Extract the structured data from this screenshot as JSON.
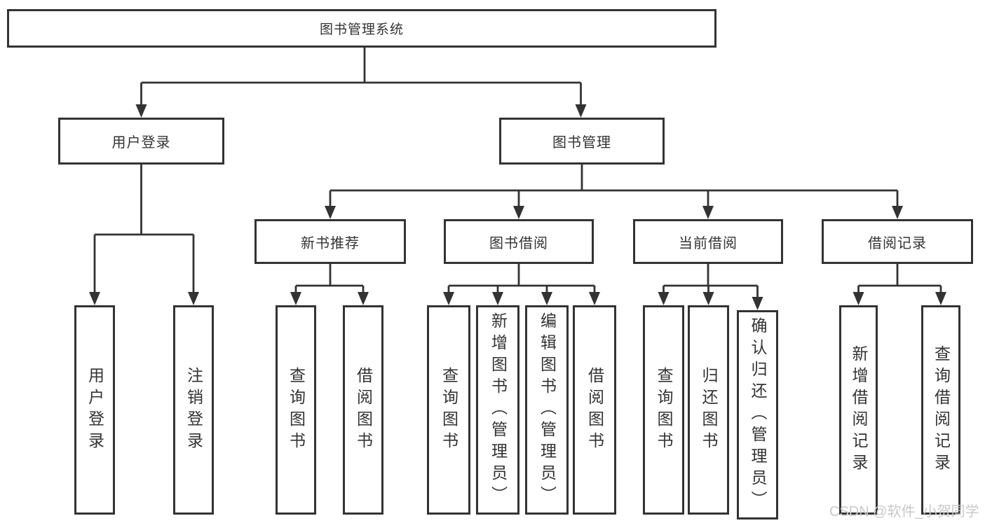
{
  "nodes": {
    "root": "图书管理系统",
    "user_login": "用户登录",
    "book_mgmt": "图书管理",
    "new_book_rec": "新书推荐",
    "book_borrow": "图书借阅",
    "current_borrow": "当前借阅",
    "borrow_records": "借阅记录",
    "leaf_user_login": "用户登录",
    "leaf_logout_login": "注销登录",
    "rec_query_book": "查询图书",
    "rec_borrow_book": "借阅图书",
    "bor_query_book": "查询图书",
    "bor_add_book": "新增图书（管理员）",
    "bor_edit_book": "编辑图书（管理员）",
    "bor_borrow_book": "借阅图书",
    "cur_query_book": "查询图书",
    "cur_return_book": "归还图书",
    "cur_confirm_return": "确认归还（管理员）",
    "rcd_add_record": "新增借阅记录",
    "rcd_query_record": "查询借阅记录"
  },
  "watermark": "CSDN @软件_小贺同学",
  "colors": {
    "line": "#333333",
    "text": "#333333",
    "watermark": "#c9c9c9",
    "background": "#ffffff"
  }
}
